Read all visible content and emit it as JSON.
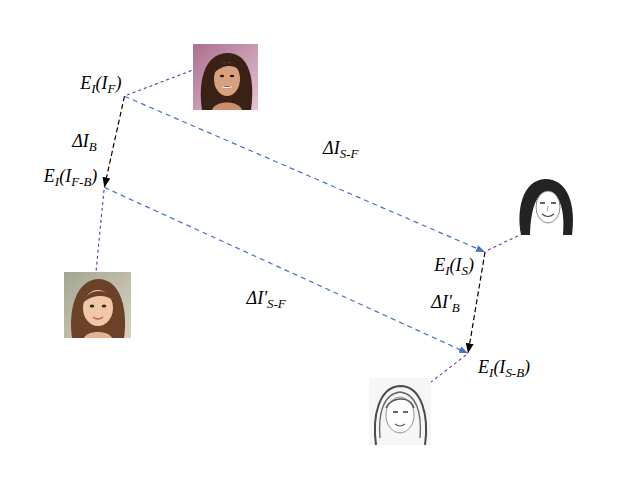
{
  "diagram": {
    "nodes": [
      {
        "text": [
          "EI(IF)"
        ]
      },
      {
        "text": [
          "EI(IF-B)"
        ]
      },
      {
        "text": [
          "EI(IS)"
        ]
      },
      {
        "text": [
          "EI(IS-B)"
        ]
      }
    ],
    "edges": [
      {
        "from": 0,
        "to": 1,
        "label": "ΔIB",
        "arrow": "to"
      },
      {
        "from": 0,
        "to": 2,
        "label": "ΔIS-F",
        "arrow": "to"
      },
      {
        "from": 2,
        "to": 3,
        "label": "ΔI'B",
        "arrow": "to"
      },
      {
        "from": 1,
        "to": 3,
        "label": "ΔI'S-F",
        "arrow": "to"
      }
    ]
  }
}
